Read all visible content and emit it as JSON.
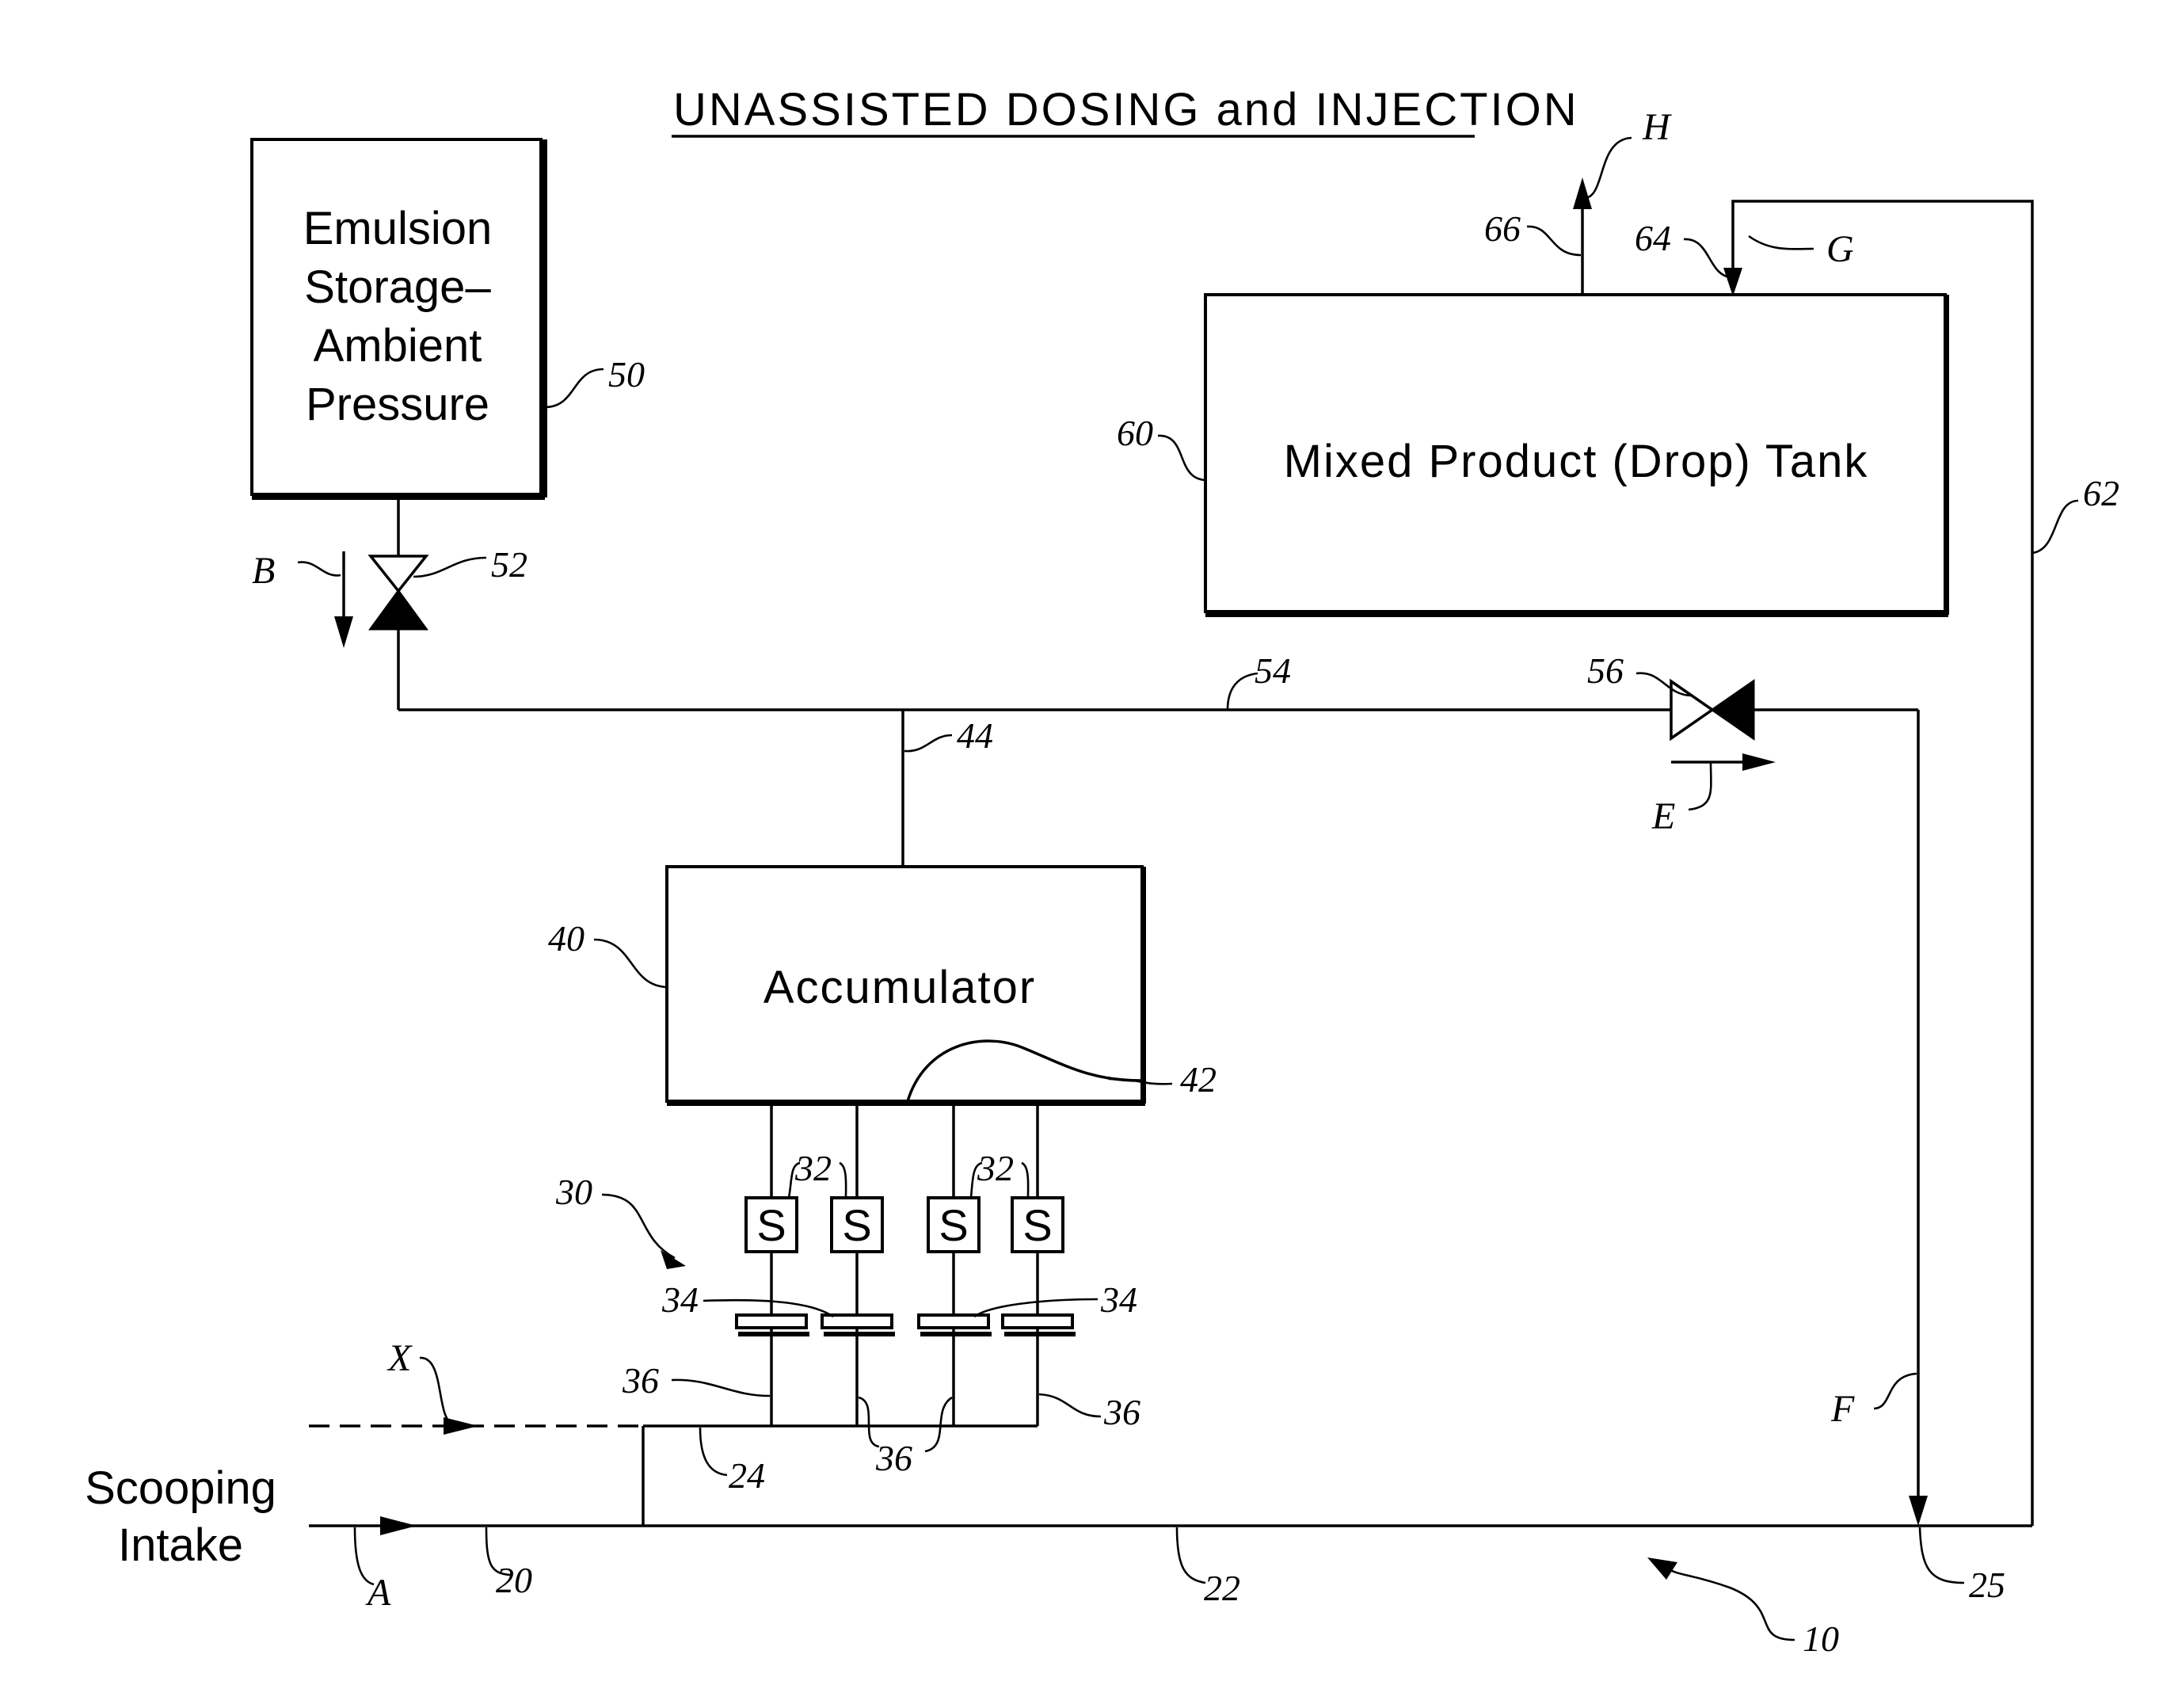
{
  "title": "UNASSISTED DOSING and INJECTION",
  "components": {
    "emulsion_storage": [
      "Emulsion",
      "Storage–",
      "Ambient",
      "Pressure"
    ],
    "drop_tank": "Mixed Product (Drop) Tank",
    "accumulator": "Accumulator",
    "scooping_intake": [
      "Scooping",
      "Intake"
    ],
    "solenoid": "S"
  },
  "reference_numerals": {
    "r10": "10",
    "r20": "20",
    "r22": "22",
    "r24": "24",
    "r25": "25",
    "r30": "30",
    "r32": "32",
    "r34": "34",
    "r36": "36",
    "r40": "40",
    "r42": "42",
    "r44": "44",
    "r50": "50",
    "r52": "52",
    "r54": "54",
    "r56": "56",
    "r60": "60",
    "r62": "62",
    "r64": "64",
    "r66": "66"
  },
  "flow_labels": {
    "A": "A",
    "B": "B",
    "E": "E",
    "F": "F",
    "G": "G",
    "H": "H",
    "X": "X"
  }
}
